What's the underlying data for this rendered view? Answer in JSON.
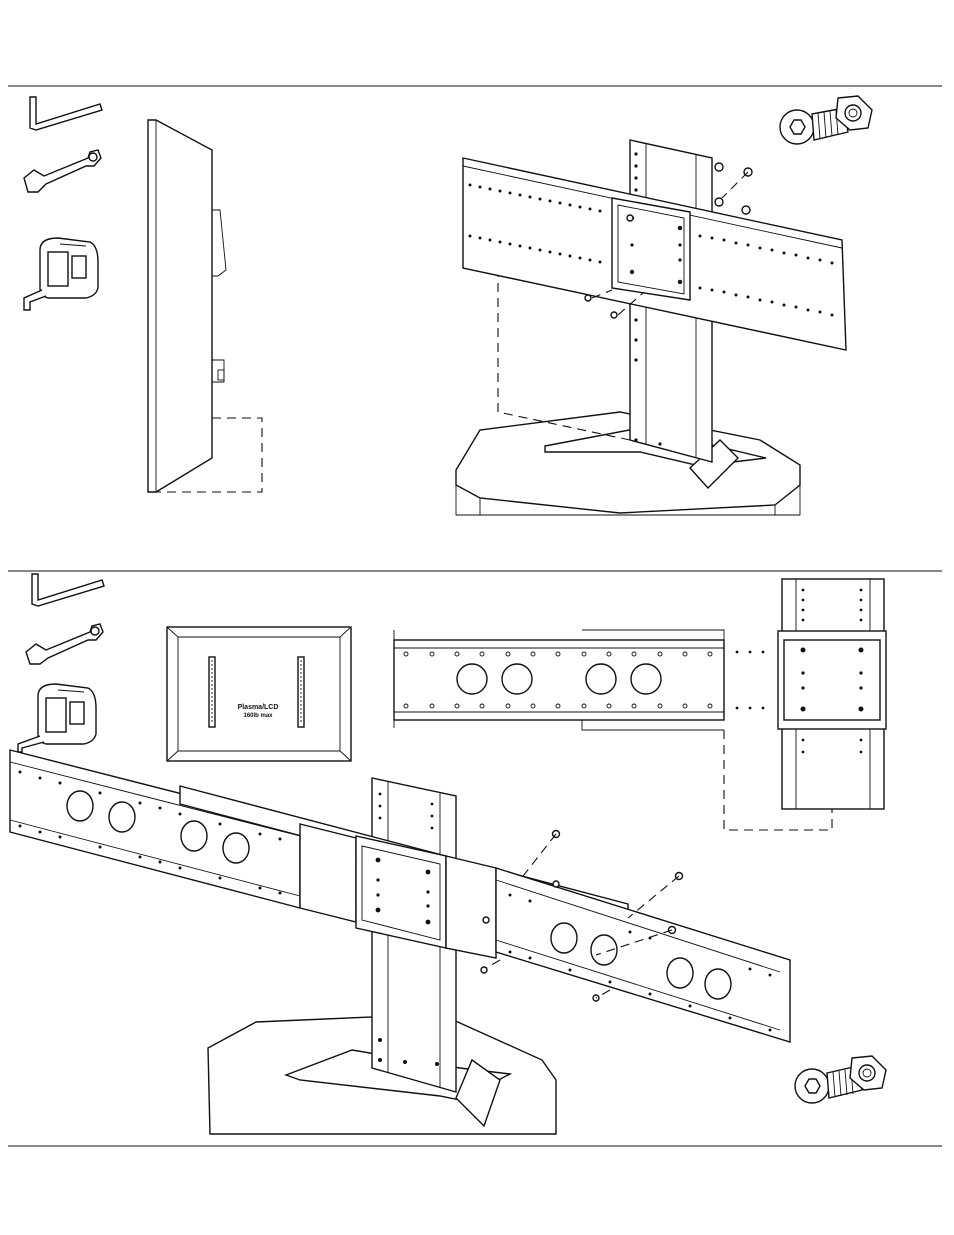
{
  "sections": [
    {
      "id": "step-1",
      "tools": [
        "allen-wrench-icon",
        "combination-wrench-icon",
        "tape-measure-icon"
      ],
      "hardware": "socket-cap-bolt-and-nut-icon"
    },
    {
      "id": "step-2",
      "tools": [
        "allen-wrench-icon",
        "combination-wrench-icon",
        "tape-measure-icon"
      ],
      "hardware": "socket-cap-bolt-and-nut-icon",
      "display_label": {
        "line1": "Plasma/LCD",
        "line2": "160lb max"
      }
    }
  ],
  "colors": {
    "line": "#111111",
    "background": "#ffffff"
  }
}
